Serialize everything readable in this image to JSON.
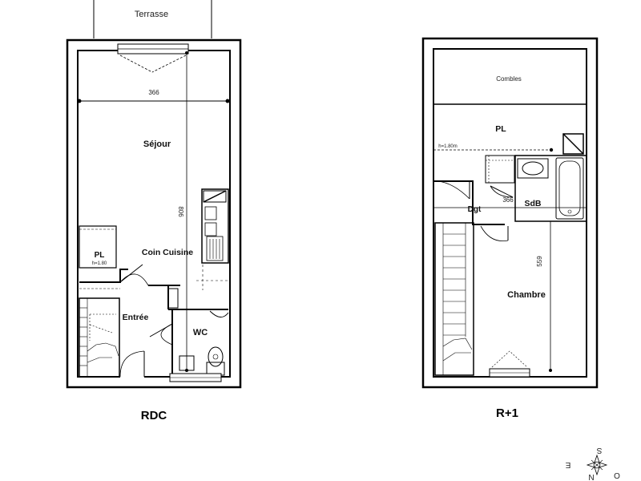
{
  "ground_floor": {
    "title": "RDC",
    "outside_label": "Terrasse",
    "rooms": {
      "sejour": "Séjour",
      "cuisine": "Coin Cuisine",
      "placard": "PL",
      "placard_height": "h=1.80",
      "entree": "Entrée",
      "wc": "WC"
    },
    "dims": {
      "width": "366",
      "length": "806"
    }
  },
  "upper_floor": {
    "title": "R+1",
    "rooms": {
      "combles": "Combles",
      "placard": "PL",
      "placard_height": "h=1.80m",
      "degagement": "Dgt",
      "sdb": "SdB",
      "chambre": "Chambre"
    },
    "dims": {
      "width": "366",
      "length": "559"
    }
  },
  "compass": {
    "north_top": "S",
    "east_left": "E",
    "west_right": "O",
    "south_bottom": "N"
  }
}
